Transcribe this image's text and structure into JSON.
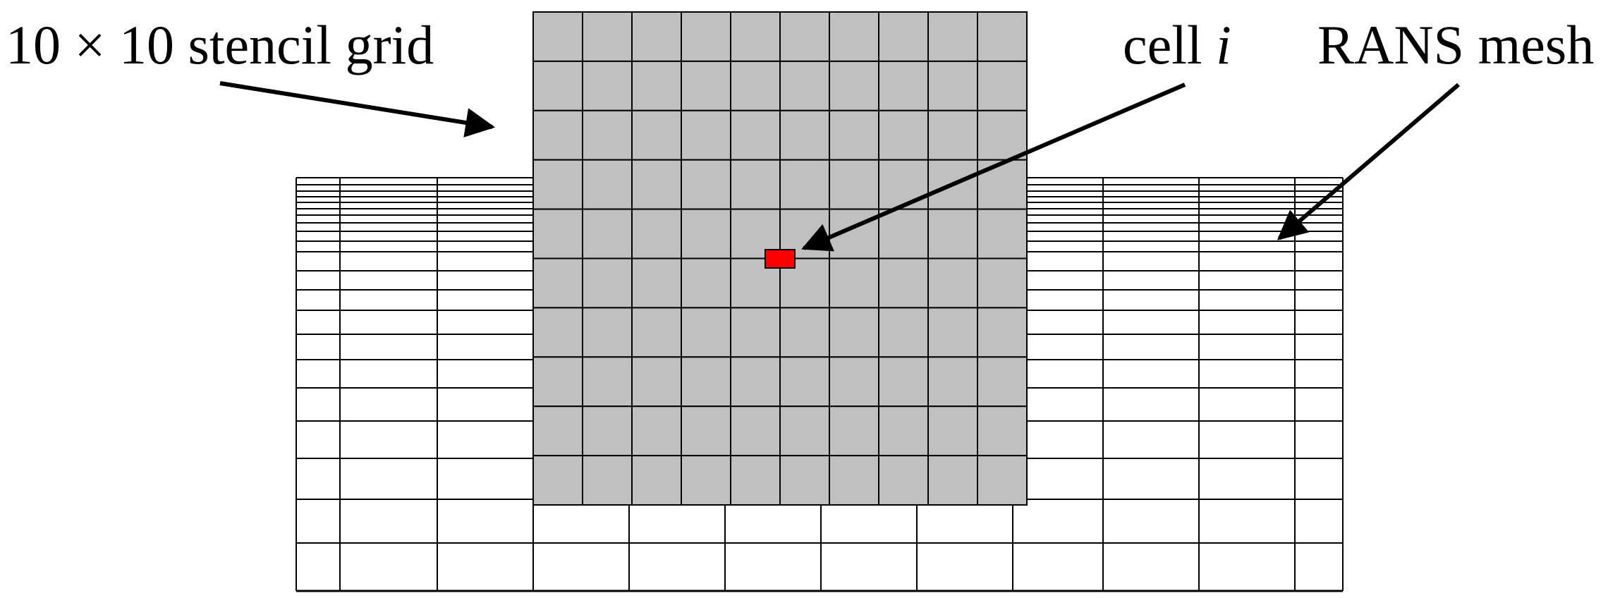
{
  "labels": {
    "stencil": "10 × 10 stencil grid",
    "cell_prefix": "cell ",
    "cell_var": "i",
    "mesh": "RANS mesh"
  },
  "stencil": {
    "rows": 10,
    "cols": 10,
    "fill_color": "#c0c0c0",
    "line_color": "#000000"
  },
  "highlight": {
    "fill_color": "#ff0000"
  },
  "mesh": {
    "line_color": "#000000",
    "background": "#ffffff"
  }
}
